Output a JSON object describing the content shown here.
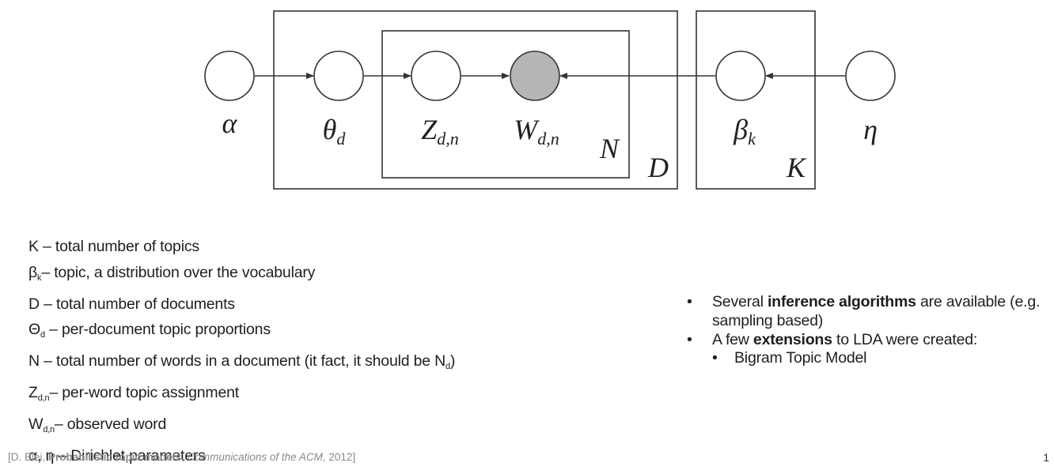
{
  "diagram": {
    "nodes": [
      {
        "id": "alpha",
        "label": "α",
        "observed": false
      },
      {
        "id": "theta",
        "label": "θ",
        "sub": "d",
        "observed": false
      },
      {
        "id": "z",
        "label": "Z",
        "sub": "d,n",
        "observed": false
      },
      {
        "id": "w",
        "label": "W",
        "sub": "d,n",
        "observed": true
      },
      {
        "id": "beta",
        "label": "β",
        "sub": "k",
        "observed": false
      },
      {
        "id": "eta",
        "label": "η",
        "observed": false
      }
    ],
    "plates": [
      {
        "id": "outer-d",
        "label": "D"
      },
      {
        "id": "inner-n",
        "label": "N"
      },
      {
        "id": "plate-k",
        "label": "K"
      }
    ],
    "colors": {
      "stroke": "#333333",
      "observed_fill": "#b5b5b5",
      "node_fill": "#ffffff"
    }
  },
  "definitions": [
    {
      "sym": "K",
      "sub": "",
      "text": " – total number of topics"
    },
    {
      "sym": "β",
      "sub": "k",
      "text": "– topic, a distribution over the vocabulary"
    },
    {
      "sym": "D",
      "sub": "",
      "text": " – total number of documents"
    },
    {
      "sym": "Θ",
      "sub": "d",
      "text": " – per-document topic proportions"
    },
    {
      "sym": "N",
      "sub": "",
      "text": " – total number of words in a document (it fact, it should be N"
    },
    {
      "sym": "Z",
      "sub": "d,n",
      "text": "– per-word topic assignment"
    },
    {
      "sym": "W",
      "sub": "d,n",
      "text": "– observed word"
    },
    {
      "sym": "α, η",
      "sub": "",
      "text": " – Dirichlet parameters"
    }
  ],
  "n_d_subscript": "d",
  "n_d_close": ")",
  "bullets": {
    "b1_pre": "Several ",
    "b1_bold": "inference algorithms",
    "b1_post": " are available (e.g. sampling based)",
    "b2_pre": "A few ",
    "b2_bold": "extensions",
    "b2_post": " to LDA were created:",
    "sub1": "Bigram Topic Model"
  },
  "citation": {
    "open": "[D. Blei, ",
    "title": "Probabilistic topic models",
    "sep": ", ",
    "journal": "Communications of the ACM",
    "close": ", 2012]"
  },
  "page_number": "1"
}
